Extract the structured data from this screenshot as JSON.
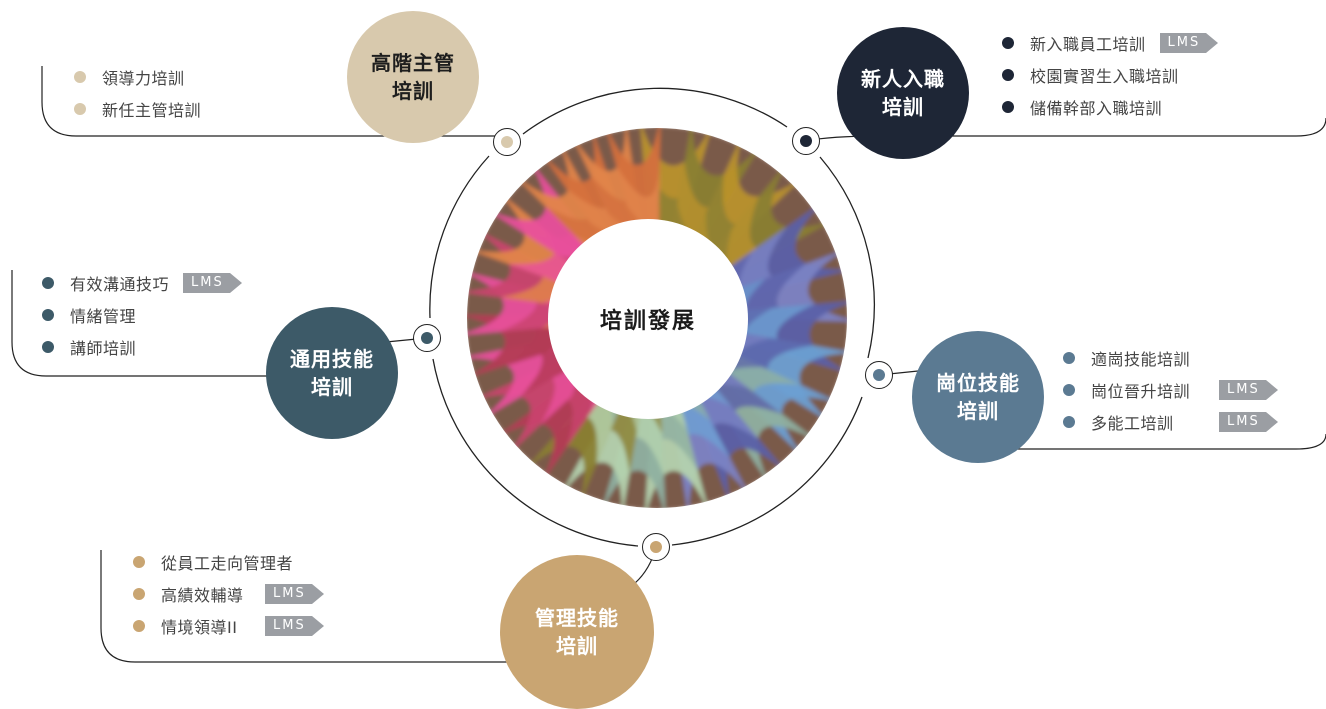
{
  "center": {
    "title": "培訓發展"
  },
  "colors": {
    "senior": "#d8c9ad",
    "newhire": "#1e2636",
    "general": "#3d5a68",
    "position": "#5b7a92",
    "management": "#c9a572",
    "photo_palette": [
      "#d4703d",
      "#b9922c",
      "#8a7f32",
      "#5a60a8",
      "#7b83c4",
      "#6d9fd2",
      "#8fb0a0",
      "#b4d2ae",
      "#c9436e",
      "#e8509b",
      "#b33b55",
      "#e2854a"
    ]
  },
  "categories": [
    {
      "id": "senior",
      "title_lines": [
        "高階主管",
        "培訓"
      ],
      "text_color": "#1e1e1e",
      "items": [
        {
          "label": "領導力培訓",
          "lms": ""
        },
        {
          "label": "新任主管培訓",
          "lms": ""
        }
      ]
    },
    {
      "id": "newhire",
      "title_lines": [
        "新人入職",
        "培訓"
      ],
      "text_color": "#ffffff",
      "items": [
        {
          "label": "新入職員工培訓",
          "lms": "LMS"
        },
        {
          "label": "校園實習生入職培訓",
          "lms": ""
        },
        {
          "label": "儲備幹部入職培訓",
          "lms": ""
        }
      ]
    },
    {
      "id": "general",
      "title_lines": [
        "通用技能",
        "培訓"
      ],
      "text_color": "#ffffff",
      "items": [
        {
          "label": "有效溝通技巧",
          "lms": "LMS"
        },
        {
          "label": "情緒管理",
          "lms": ""
        },
        {
          "label": "講師培訓",
          "lms": ""
        }
      ]
    },
    {
      "id": "position",
      "title_lines": [
        "崗位技能",
        "培訓"
      ],
      "text_color": "#ffffff",
      "items": [
        {
          "label": "適崗技能培訓",
          "lms": ""
        },
        {
          "label": "崗位晉升培訓",
          "lms": "LMS"
        },
        {
          "label": "多能工培訓",
          "lms": "LMS"
        }
      ]
    },
    {
      "id": "management",
      "title_lines": [
        "管理技能",
        "培訓"
      ],
      "text_color": "#ffffff",
      "items": [
        {
          "label": "從員工走向管理者",
          "lms": ""
        },
        {
          "label": "高績效輔導",
          "lms": "LMS"
        },
        {
          "label": "情境領導II",
          "lms": "LMS"
        }
      ]
    }
  ]
}
